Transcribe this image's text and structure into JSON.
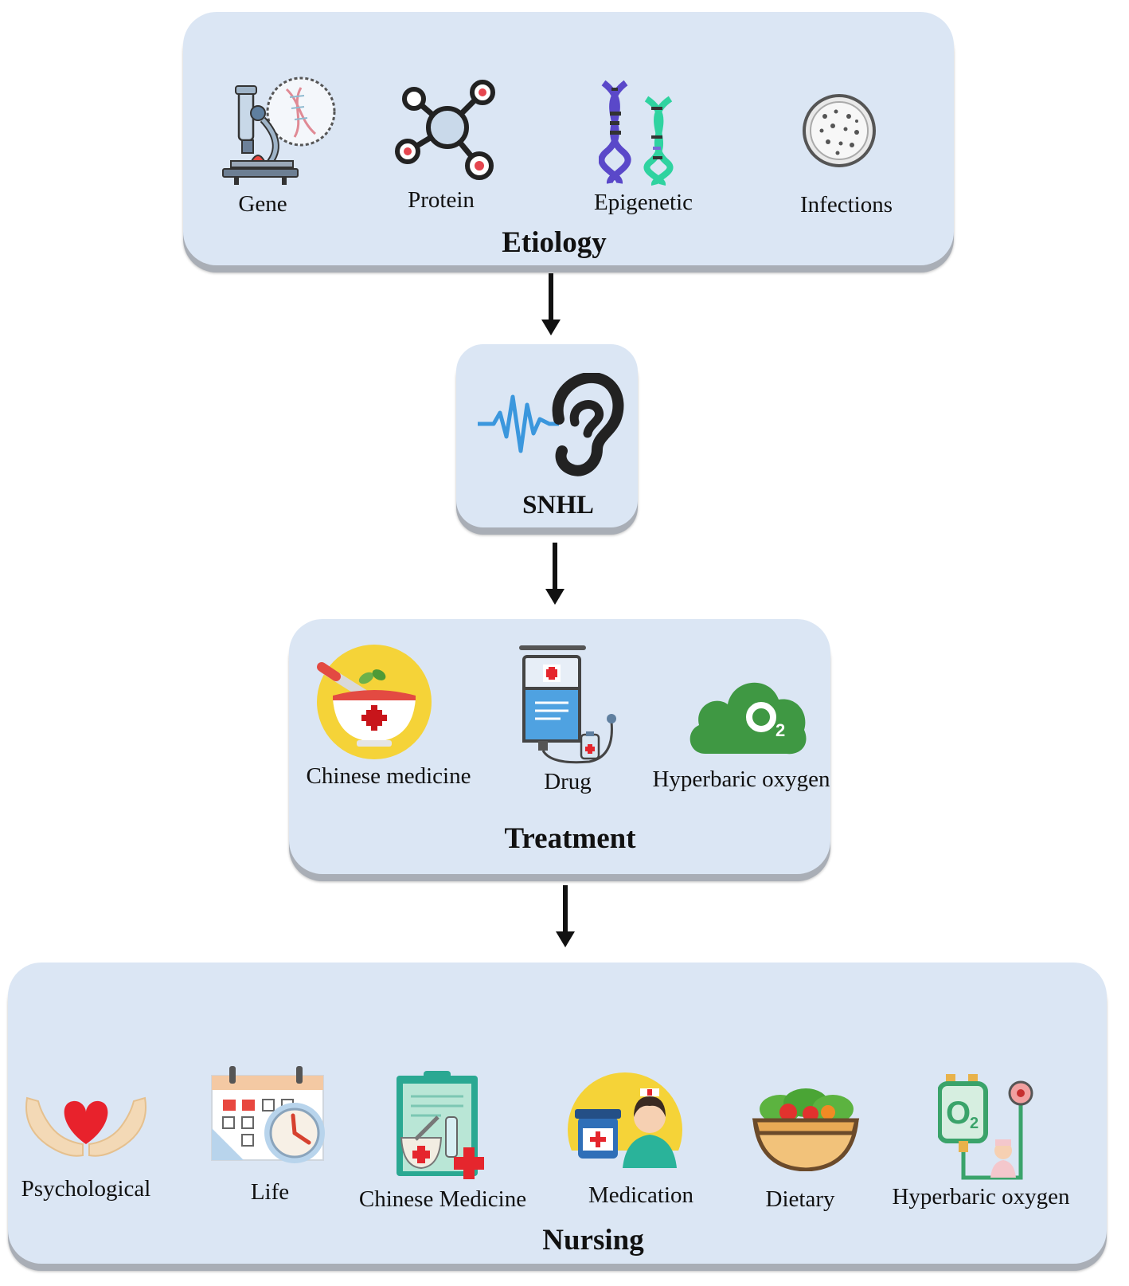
{
  "etiology": {
    "title": "Etiology",
    "items": [
      {
        "label": "Gene",
        "icon": "microscope-dna-icon"
      },
      {
        "label": "Protein",
        "icon": "protein-molecule-icon"
      },
      {
        "label": "Epigenetic",
        "icon": "dna-helix-icon"
      },
      {
        "label": "Infections",
        "icon": "petri-dish-icon"
      }
    ]
  },
  "snhl": {
    "title": "SNHL",
    "icon": "ear-soundwave-icon"
  },
  "treatment": {
    "title": "Treatment",
    "items": [
      {
        "label": "Chinese medicine",
        "icon": "herbal-bowl-icon"
      },
      {
        "label": "Drug",
        "icon": "iv-drip-icon"
      },
      {
        "label": "Hyperbaric oxygen",
        "icon": "o2-cloud-icon"
      }
    ]
  },
  "nursing": {
    "title": "Nursing",
    "items": [
      {
        "label": "Psychological",
        "icon": "heart-hands-icon"
      },
      {
        "label": "Life",
        "icon": "calendar-clock-icon"
      },
      {
        "label": "Chinese Medicine",
        "icon": "herbal-clipboard-icon"
      },
      {
        "label": "Medication",
        "icon": "nurse-medicine-icon"
      },
      {
        "label": "Dietary",
        "icon": "salad-bowl-icon"
      },
      {
        "label": "Hyperbaric oxygen",
        "icon": "oxygen-tank-icon"
      }
    ]
  },
  "colors": {
    "panel": "#dbe6f4",
    "panel_shadow": "#a9aeb6",
    "arrow": "#111111"
  }
}
